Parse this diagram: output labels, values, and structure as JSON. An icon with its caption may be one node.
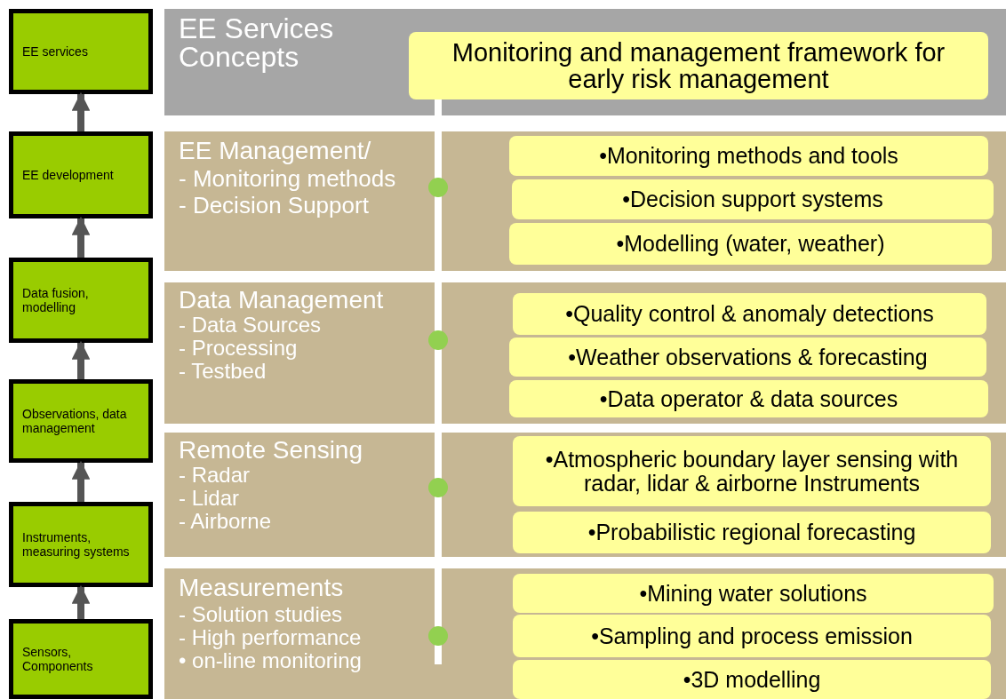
{
  "diagram": {
    "nodes": [
      {
        "text": [
          "EE services"
        ]
      },
      {
        "text": [
          "EE development"
        ]
      },
      {
        "text": [
          "Data fusion, modelling"
        ]
      },
      {
        "text": [
          "Observations, data management"
        ]
      },
      {
        "text": [
          "Instruments, measuring systems"
        ]
      },
      {
        "text": [
          "Sensors, Components"
        ]
      },
      {
        "text": [
          "EE Services Concepts"
        ]
      },
      {
        "text": [
          "Monitoring and management framework for early risk management"
        ],
        "in": 6
      },
      {
        "text": [
          "EE Management/",
          "- Monitoring methods",
          "- Decision Support"
        ]
      },
      {
        "text": [
          "•Monitoring methods and tools"
        ],
        "in": 8
      },
      {
        "text": [
          "•Decision support systems"
        ],
        "in": 8
      },
      {
        "text": [
          "•Modelling (water, weather)"
        ],
        "in": 8
      },
      {
        "text": [
          "Data Management",
          "- Data Sources",
          "- Processing",
          "- Testbed"
        ]
      },
      {
        "text": [
          "•Quality control & anomaly detections"
        ],
        "in": 12
      },
      {
        "text": [
          "•Weather observations & forecasting"
        ],
        "in": 12
      },
      {
        "text": [
          "•Data operator & data sources"
        ],
        "in": 12
      },
      {
        "text": [
          "Remote Sensing",
          "- Radar",
          "- Lidar",
          "- Airborne"
        ]
      },
      {
        "text": [
          "•Atmospheric boundary layer sensing with radar, lidar & airborne Instruments"
        ],
        "in": 16
      },
      {
        "text": [
          "•Probabilistic regional forecasting"
        ],
        "in": 16
      },
      {
        "text": [
          "Measurements",
          "- Solution studies",
          "- High performance",
          "• on-line monitoring"
        ]
      },
      {
        "text": [
          "•Mining water solutions"
        ],
        "in": 19
      },
      {
        "text": [
          "•Sampling and process emission"
        ],
        "in": 19
      },
      {
        "text": [
          "•3D modelling"
        ],
        "in": 19
      }
    ],
    "edges": [
      {
        "from": 5,
        "to": 4,
        "arrow": "to"
      },
      {
        "from": 4,
        "to": 3,
        "arrow": "to"
      },
      {
        "from": 3,
        "to": 2,
        "arrow": "to"
      },
      {
        "from": 2,
        "to": 1,
        "arrow": "to"
      },
      {
        "from": 1,
        "to": 0,
        "arrow": "to"
      },
      {
        "from": 7,
        "to": null,
        "arrow": "none",
        "color": "#ffffff"
      }
    ]
  }
}
